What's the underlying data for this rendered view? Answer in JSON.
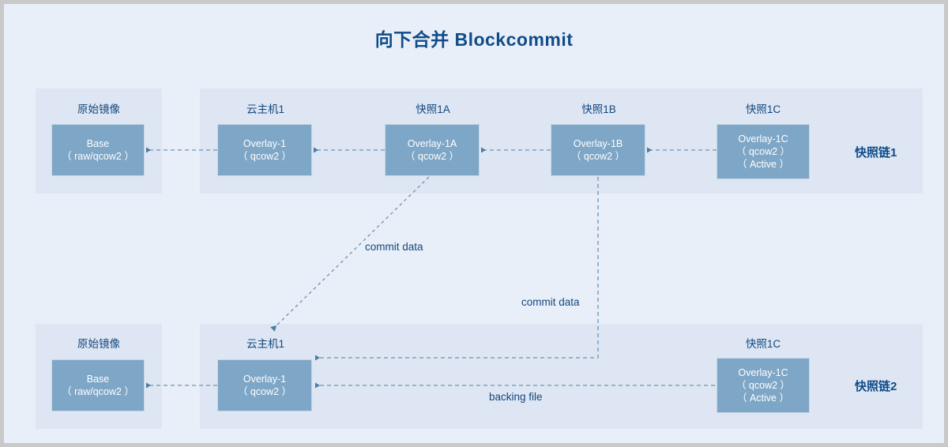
{
  "diagram": {
    "title": "向下合并 Blockcommit",
    "colors": {
      "background": "#e9eff8",
      "panel": "#dde6f2",
      "node_fill": "#7ea6c6",
      "node_border": "#c6d7e6",
      "text_dark_blue": "#12477f",
      "accent": "#0f4c8a",
      "wire": "#6b93b8",
      "outer_border": "#c9c9c9"
    },
    "rows": [
      {
        "chain_label": "快照链1",
        "groups": [
          {
            "caption": "原始镜像",
            "node": {
              "lines": [
                "Base",
                "（ raw/qcow2 ）"
              ]
            }
          },
          {
            "caption": "云主机1",
            "node": {
              "lines": [
                "Overlay-1",
                "（ qcow2 ）"
              ]
            }
          },
          {
            "caption": "快照1A",
            "node": {
              "lines": [
                "Overlay-1A",
                "（ qcow2 ）"
              ]
            }
          },
          {
            "caption": "快照1B",
            "node": {
              "lines": [
                "Overlay-1B",
                "（ qcow2 ）"
              ]
            }
          },
          {
            "caption": "快照1C",
            "node": {
              "lines": [
                "Overlay-1C",
                "（ qcow2 ）",
                "（ Active ）"
              ]
            }
          }
        ]
      },
      {
        "chain_label": "快照链2",
        "groups": [
          {
            "caption": "原始镜像",
            "node": {
              "lines": [
                "Base",
                "（ raw/qcow2 ）"
              ]
            }
          },
          {
            "caption": "云主机1",
            "node": {
              "lines": [
                "Overlay-1",
                "（ qcow2 ）"
              ]
            }
          },
          {
            "caption": "快照1C",
            "node": {
              "lines": [
                "Overlay-1C",
                "（ qcow2 ）",
                "（ Active ）"
              ]
            }
          }
        ]
      }
    ],
    "edge_labels": {
      "commit_data_diagonal": "commit data",
      "commit_data_vertical": "commit data",
      "backing_file": "backing file"
    }
  }
}
